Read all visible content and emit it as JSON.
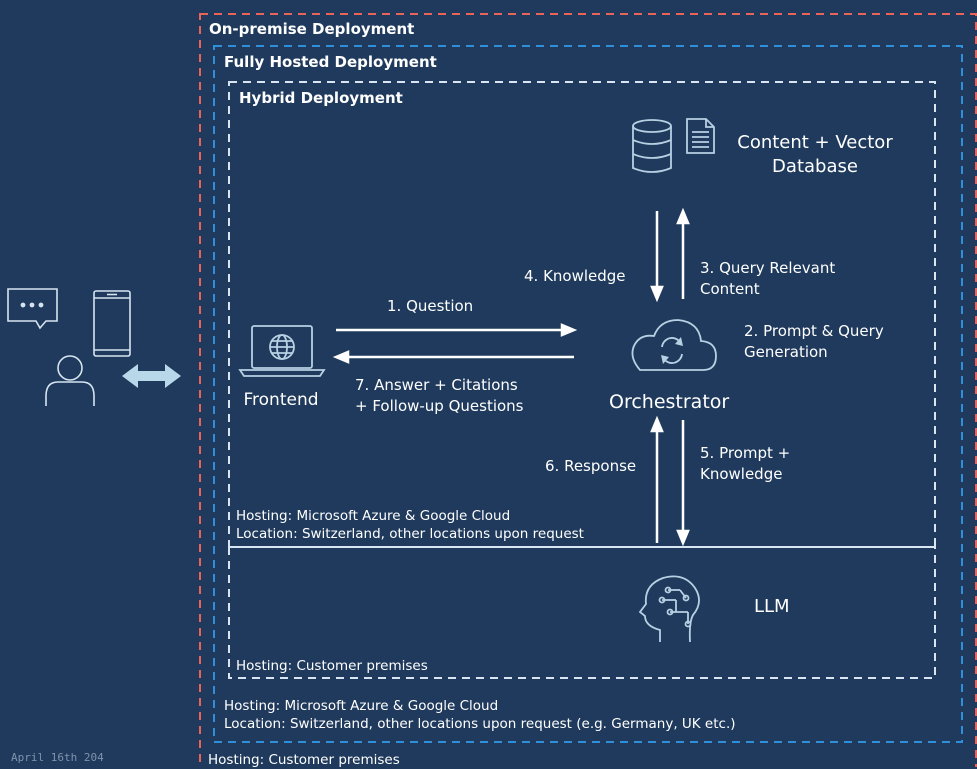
{
  "zones": {
    "on_premise": {
      "title": "On-premise Deployment",
      "hosting": "Hosting: Customer premises"
    },
    "fully_hosted": {
      "title": "Fully Hosted Deployment",
      "hosting": "Hosting: Microsoft Azure & Google Cloud",
      "location": "Location: Switzerland, other locations upon request (e.g. Germany, UK etc.)"
    },
    "hybrid": {
      "title": "Hybrid Deployment",
      "hosting": "Hosting: Microsoft Azure & Google Cloud",
      "location": "Location: Switzerland, other locations upon request"
    },
    "llm_zone": {
      "hosting": "Hosting: Customer premises"
    }
  },
  "nodes": {
    "frontend": "Frontend",
    "orchestrator": "Orchestrator",
    "database_line1": "Content + Vector",
    "database_line2": "Database",
    "llm": "LLM"
  },
  "flows": {
    "question": "1. Question",
    "prompt_query_1": "2. Prompt & Query",
    "prompt_query_2": "Generation",
    "query_relevant_1": "3. Query Relevant",
    "query_relevant_2": "Content",
    "knowledge": "4. Knowledge",
    "prompt_knowledge_1": "5. Prompt +",
    "prompt_knowledge_2": "Knowledge",
    "response": "6. Response",
    "answer_1": "7. Answer + Citations",
    "answer_2": "+ Follow-up Questions"
  },
  "footer": {
    "date": "April 16th 204"
  },
  "colors": {
    "background": "#1f3a5c",
    "on_premise_border": "#e8635a",
    "fully_hosted_border": "#2f8fd8",
    "hybrid_border": "#d9e6f2",
    "icon": "#b8d0e3"
  }
}
